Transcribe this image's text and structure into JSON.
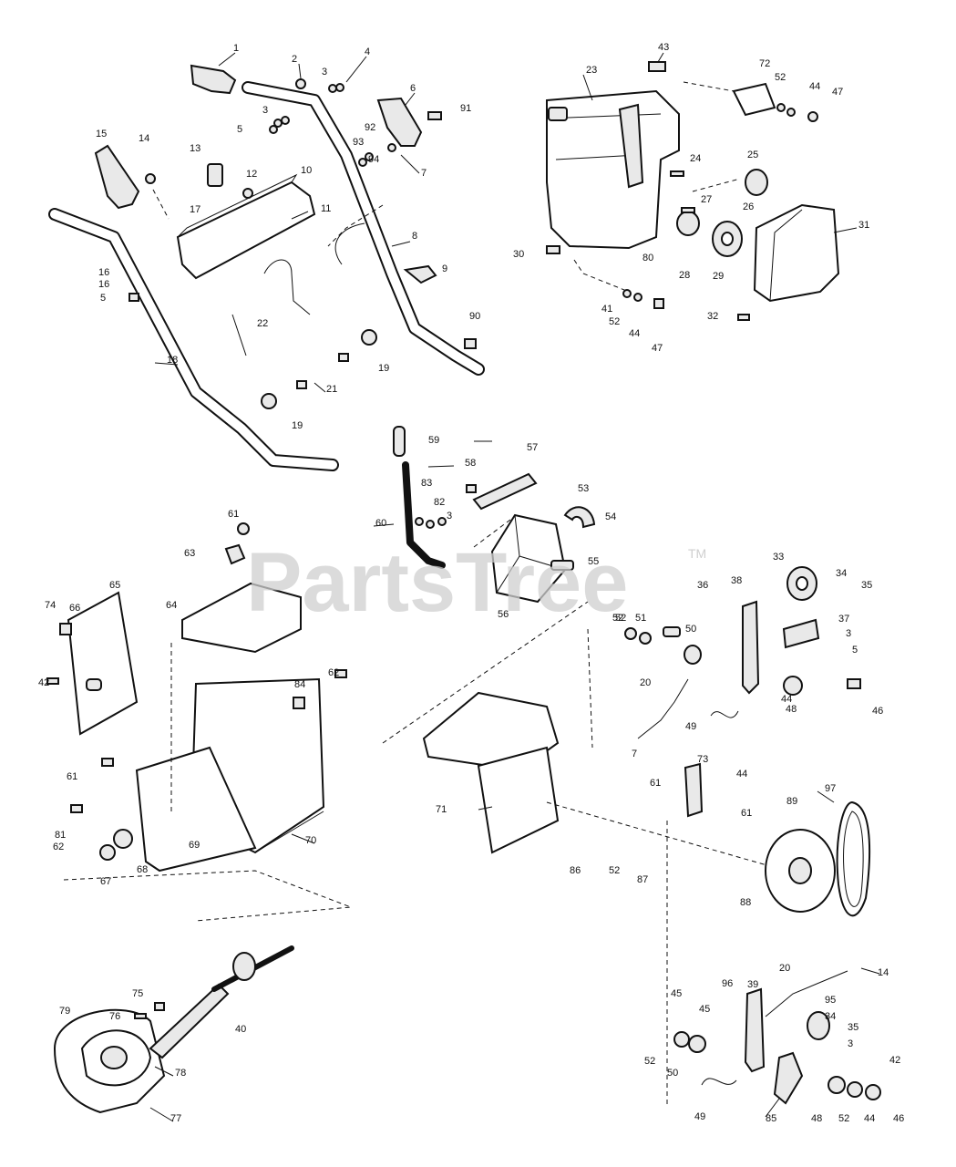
{
  "watermark": {
    "text": "PartsTree",
    "mark": "TM"
  },
  "callouts": [
    "1",
    "2",
    "3",
    "4",
    "5",
    "6",
    "7",
    "8",
    "9",
    "10",
    "11",
    "12",
    "13",
    "14",
    "15",
    "16",
    "17",
    "18",
    "19",
    "20",
    "21",
    "22",
    "23",
    "24",
    "25",
    "26",
    "27",
    "28",
    "29",
    "30",
    "31",
    "32",
    "33",
    "34",
    "35",
    "36",
    "37",
    "38",
    "39",
    "40",
    "41",
    "42",
    "43",
    "44",
    "45",
    "46",
    "47",
    "48",
    "49",
    "50",
    "51",
    "52",
    "53",
    "54",
    "55",
    "56",
    "57",
    "58",
    "59",
    "60",
    "61",
    "62",
    "63",
    "64",
    "65",
    "66",
    "67",
    "68",
    "69",
    "70",
    "71",
    "72",
    "73",
    "74",
    "75",
    "76",
    "77",
    "78",
    "79",
    "80",
    "81",
    "82",
    "83",
    "84",
    "85",
    "86",
    "87",
    "88",
    "89",
    "90",
    "91",
    "92",
    "93",
    "94",
    "95",
    "96",
    "97"
  ]
}
